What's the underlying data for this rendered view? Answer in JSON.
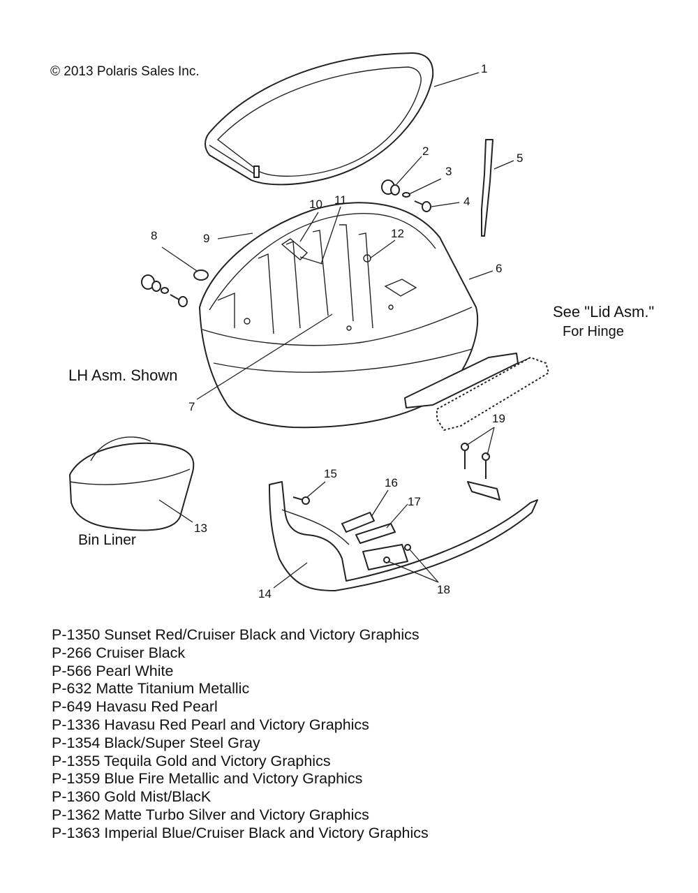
{
  "copyright": "© 2013 Polaris Sales Inc.",
  "notes": {
    "lid_ref_line1": "See \"Lid Asm.\"",
    "lid_ref_line2": "For Hinge",
    "assembly_shown": "LH Asm. Shown",
    "bin_liner": "Bin Liner"
  },
  "callouts": [
    "1",
    "2",
    "3",
    "4",
    "5",
    "6",
    "7",
    "8",
    "9",
    "10",
    "11",
    "12",
    "13",
    "14",
    "15",
    "16",
    "17",
    "18",
    "19"
  ],
  "color_codes": [
    "P-1350 Sunset Red/Cruiser Black and Victory Graphics",
    "P-266  Cruiser Black",
    "P-566  Pearl White",
    "P-632  Matte Titanium Metallic",
    "P-649  Havasu Red Pearl",
    "P-1336 Havasu Red Pearl and Victory Graphics",
    "P-1354 Black/Super Steel Gray",
    "P-1355 Tequila Gold and Victory Graphics",
    "P-1359 Blue Fire Metallic and Victory Graphics",
    "P-1360 Gold Mist/BlacK",
    "P-1362 Matte Turbo Silver and Victory Graphics",
    "P-1363 Imperial Blue/Cruiser Black and Victory Graphics"
  ]
}
